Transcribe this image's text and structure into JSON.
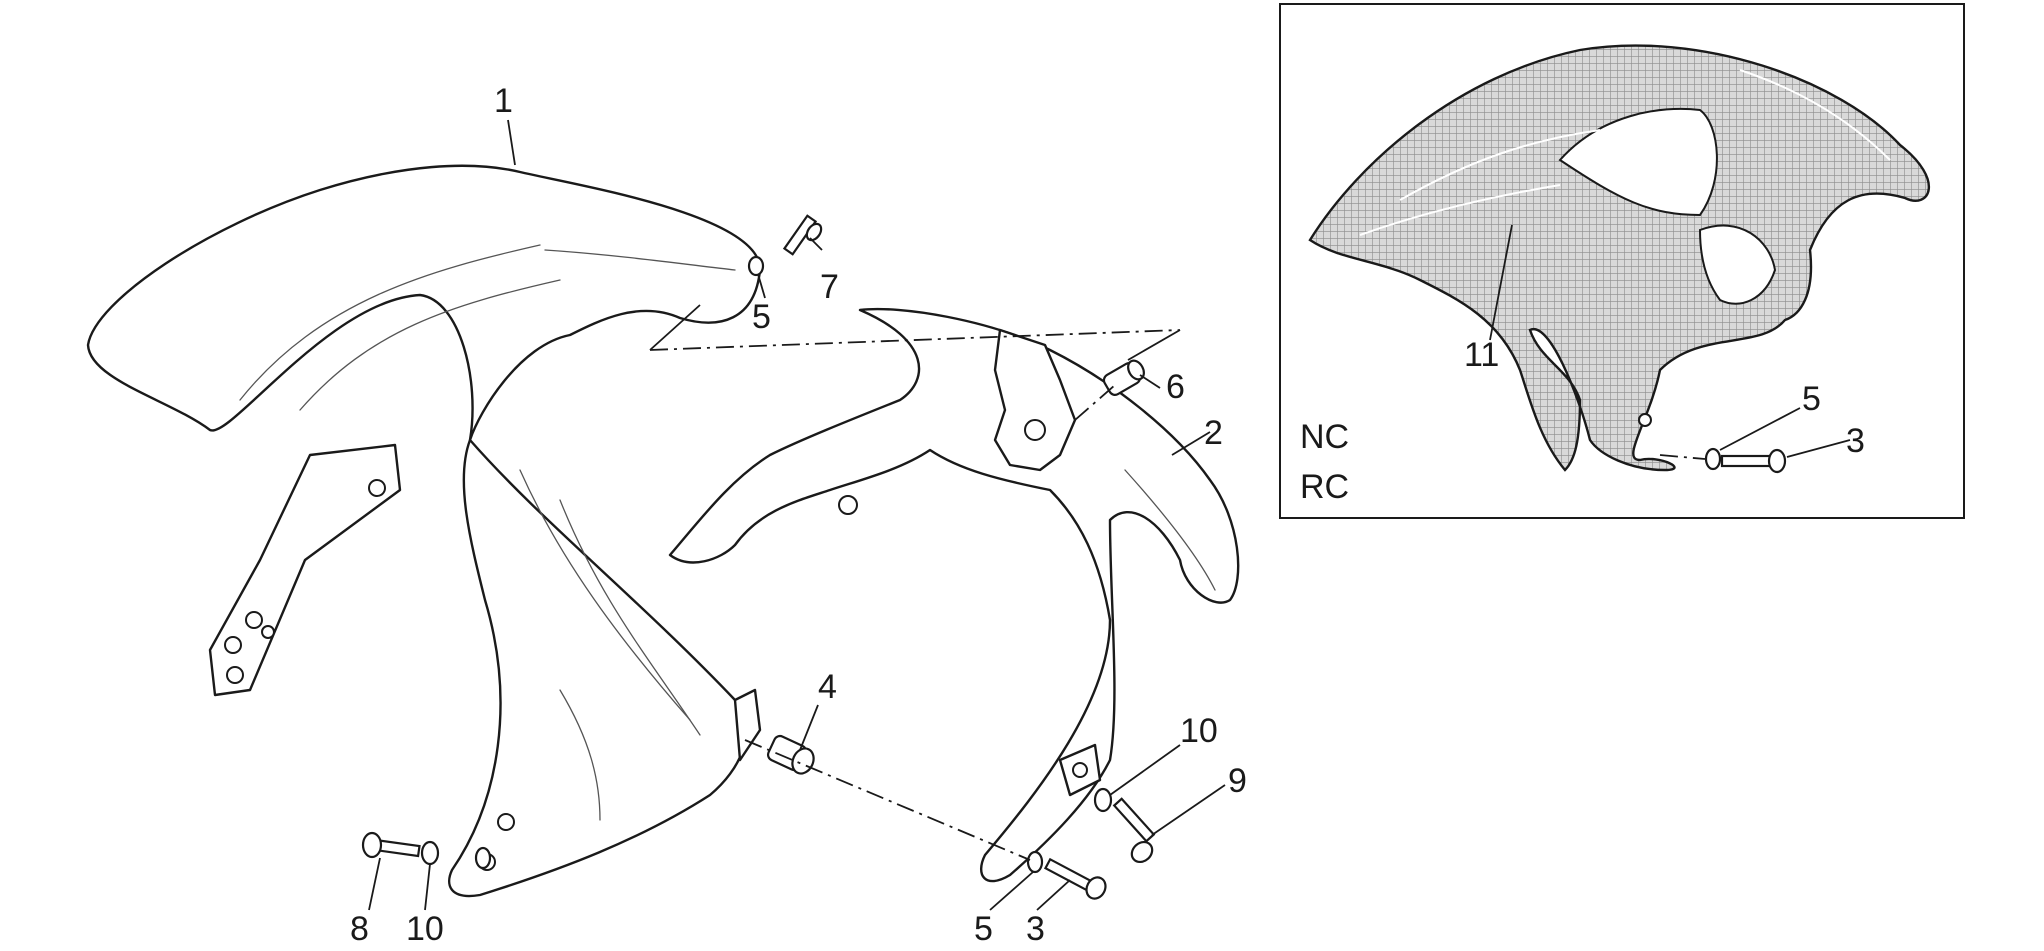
{
  "diagram": {
    "callouts": [
      {
        "id": "c1",
        "text": "1"
      },
      {
        "id": "c2",
        "text": "2"
      },
      {
        "id": "c3a",
        "text": "3"
      },
      {
        "id": "c3b",
        "text": "3"
      },
      {
        "id": "c4",
        "text": "4"
      },
      {
        "id": "c5a",
        "text": "5"
      },
      {
        "id": "c5b",
        "text": "5"
      },
      {
        "id": "c5c",
        "text": "5"
      },
      {
        "id": "c6",
        "text": "6"
      },
      {
        "id": "c7",
        "text": "7"
      },
      {
        "id": "c8",
        "text": "8"
      },
      {
        "id": "c9",
        "text": "9"
      },
      {
        "id": "c10a",
        "text": "10"
      },
      {
        "id": "c10b",
        "text": "10"
      },
      {
        "id": "c11",
        "text": "11"
      }
    ],
    "inset": {
      "variant_line1": "NC",
      "variant_line2": "RC"
    },
    "colors": {
      "line": "#1a1a1a",
      "hatch": "#8c8c8c",
      "background": "#ffffff"
    }
  }
}
